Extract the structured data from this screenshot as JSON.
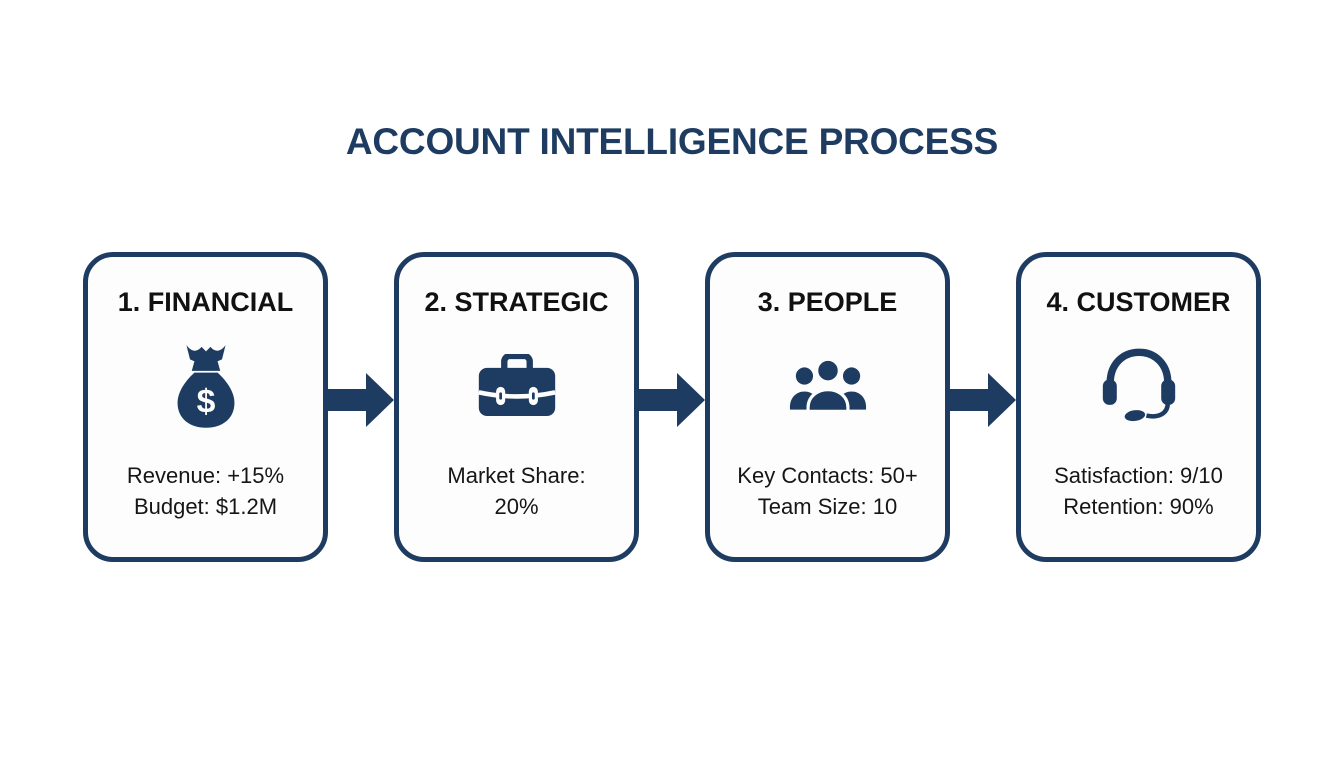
{
  "title": "ACCOUNT INTELLIGENCE PROCESS",
  "colors": {
    "navy": "#1E3C62",
    "heading_text": "#111111",
    "body_text": "#161616",
    "card_bg": "#FDFDFD",
    "page_bg": "#FFFFFF"
  },
  "steps": [
    {
      "heading": "1. FINANCIAL",
      "icon": "money-bag-icon",
      "stats": [
        "Revenue: +15%",
        "Budget: $1.2M"
      ]
    },
    {
      "heading": "2. STRATEGIC",
      "icon": "briefcase-icon",
      "stats": [
        "Market Share:",
        "20%"
      ]
    },
    {
      "heading": "3. PEOPLE",
      "icon": "people-icon",
      "stats": [
        "Key Contacts: 50+",
        "Team Size: 10"
      ]
    },
    {
      "heading": "4. CUSTOMER",
      "icon": "headset-icon",
      "stats": [
        "Satisfaction: 9/10",
        "Retention: 90%"
      ]
    }
  ],
  "connector_icon": "arrow-right-icon"
}
